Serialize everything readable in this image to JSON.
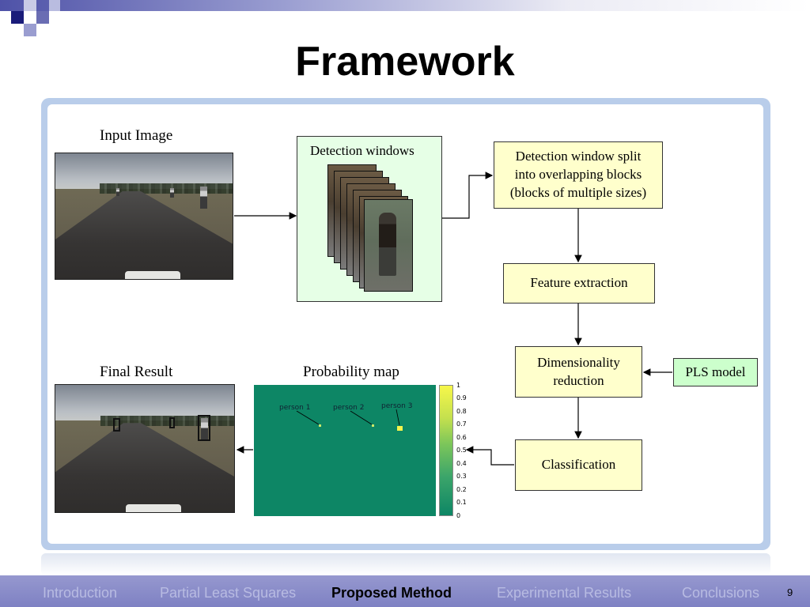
{
  "slide": {
    "title": "Framework",
    "page_number": "9"
  },
  "diagram": {
    "input_label": "Input Image",
    "detection_windows_label": "Detection windows",
    "split_box": "Detection window split into overlapping blocks (blocks of multiple sizes)",
    "split_lines": [
      "Detection window split",
      "into overlapping blocks",
      "(blocks of multiple sizes)"
    ],
    "feature_box": "Feature extraction",
    "dim_lines": [
      "Dimensionality",
      "reduction"
    ],
    "pls_box": "PLS model",
    "classification_box": "Classification",
    "final_label": "Final Result",
    "probability_label": "Probability map",
    "persons": [
      "person 1",
      "person 2",
      "person 3"
    ],
    "colorbar_ticks": [
      "1",
      "0.9",
      "0.8",
      "0.7",
      "0.6",
      "0.5",
      "0.4",
      "0.3",
      "0.2",
      "0.1",
      "0"
    ]
  },
  "footer": {
    "items": [
      "Introduction",
      "Partial Least Squares",
      "Proposed Method",
      "Experimental Results",
      "Conclusions"
    ],
    "active": "Proposed Method"
  },
  "colors": {
    "header_blue": "#3b3f9e",
    "frame_border": "#b9cdea",
    "box_yellow": "#ffffcc",
    "box_green": "#ccffcc",
    "probability_map_teal": "#0d8665",
    "footer_purple": "#8184c5"
  }
}
